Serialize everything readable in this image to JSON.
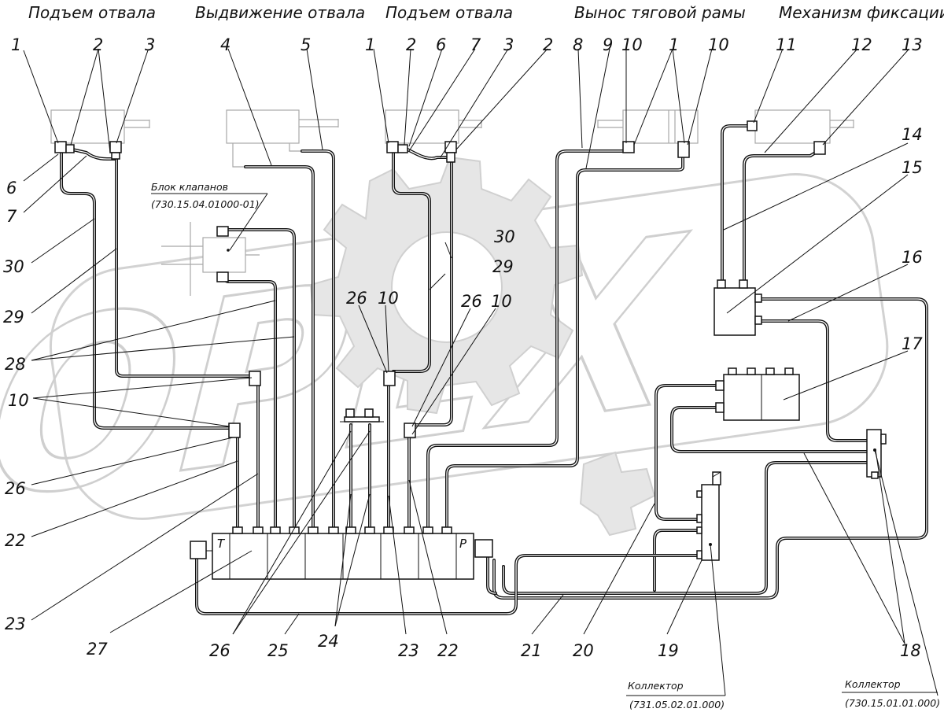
{
  "headers": [
    {
      "id": "h1",
      "text": "Подъем отвала"
    },
    {
      "id": "h2",
      "text": "Выдвижение отвала"
    },
    {
      "id": "h3",
      "text": "Подъем отвала"
    },
    {
      "id": "h4",
      "text": "Вынос тяговой рамы"
    },
    {
      "id": "h5",
      "text": "Механизм фиксации"
    }
  ],
  "callouts": [
    {
      "text": "Блок клапанов",
      "ref": "(730.15.04.01000-01)"
    },
    {
      "text": "Коллектор",
      "ref": "(731.05.02.01.000)"
    },
    {
      "text": "Коллектор",
      "ref": "(730.15.01.01.000)"
    }
  ],
  "watermark": {
    "text": "ОРЕХ"
  },
  "labels": {
    "top": [
      "1",
      "2",
      "3",
      "4",
      "5",
      "1",
      "2",
      "6",
      "7",
      "3",
      "2",
      "8",
      "9",
      "10",
      "1",
      "10",
      "11",
      "12",
      "13"
    ],
    "right": [
      "14",
      "15",
      "16",
      "17",
      "18"
    ],
    "left": [
      "6",
      "7",
      "30",
      "29",
      "28",
      "10",
      "26",
      "22",
      "23"
    ],
    "middle": [
      "30",
      "29",
      "26",
      "10",
      "26",
      "10"
    ],
    "bottom": [
      "27",
      "26",
      "25",
      "24",
      "23",
      "22",
      "21",
      "20",
      "19"
    ]
  }
}
